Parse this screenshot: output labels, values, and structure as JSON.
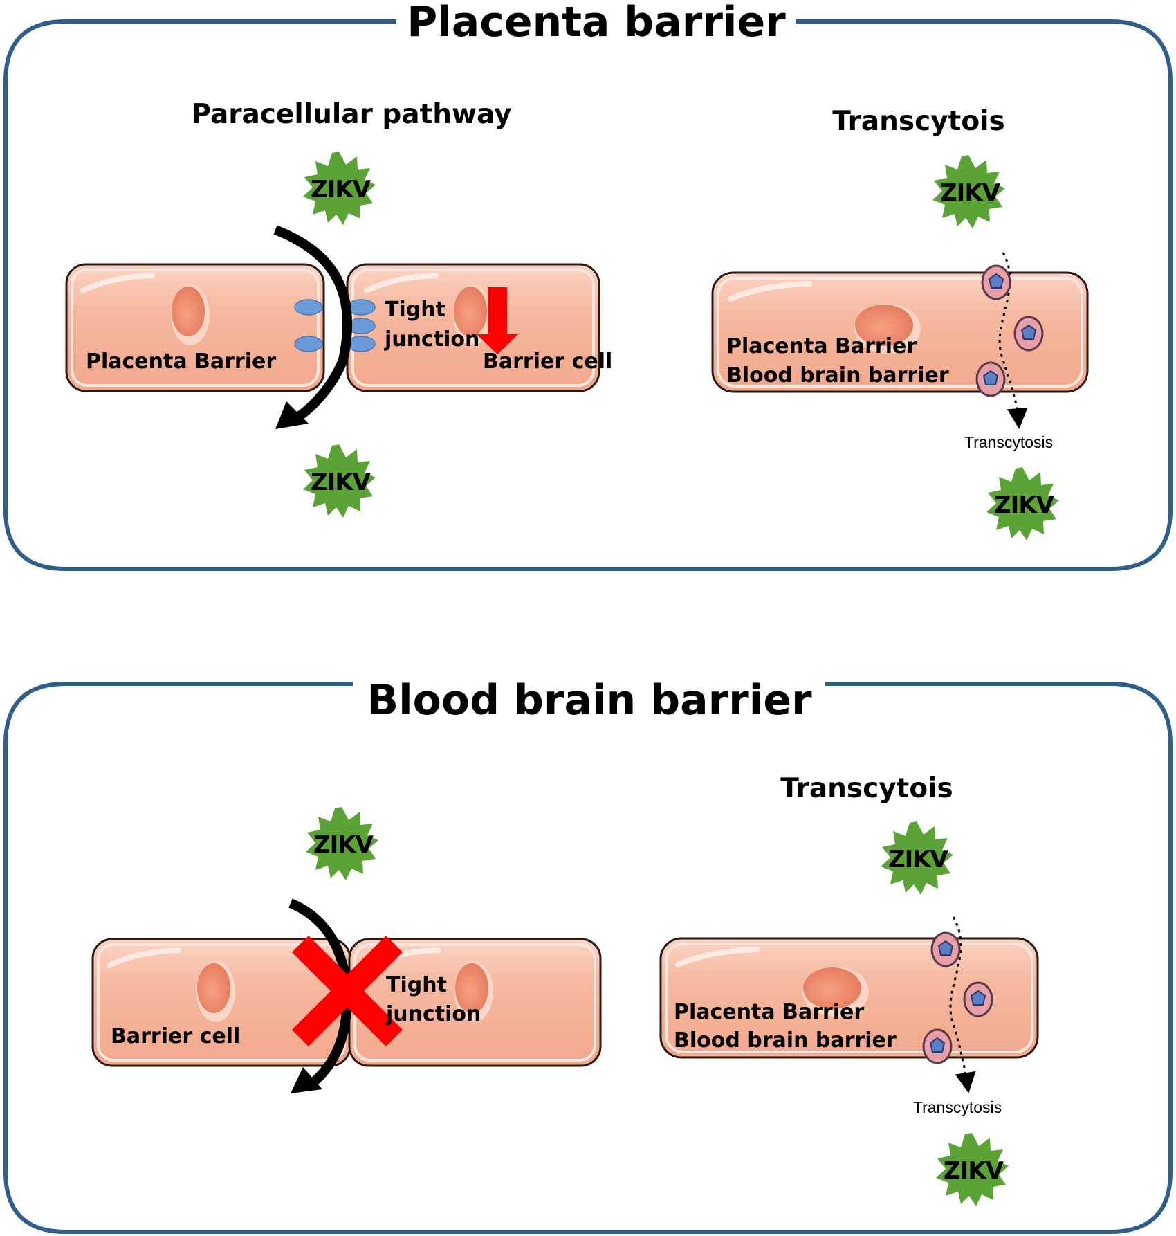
{
  "panels": {
    "placenta": {
      "title": "Placenta barrier",
      "paracellular_title": "Paracellular pathway",
      "transcytosis_title": "Transcytois",
      "left_cell_label": "Placenta Barrier",
      "tight_junction_line1": "Tight",
      "tight_junction_line2": "junction",
      "right_cell_label": "Barrier cell",
      "tc_cell_label1": "Placenta Barrier",
      "tc_cell_label2": "Blood brain barrier",
      "tc_arrow_label": "Transcytosis"
    },
    "bbb": {
      "title": "Blood brain barrier",
      "transcytosis_title": "Transcytois",
      "left_cell_label": "Barrier cell",
      "tight_junction_line1": "Tight",
      "tight_junction_line2": "junction",
      "tc_cell_label1": "Placenta Barrier",
      "tc_cell_label2": "Blood brain barrier",
      "tc_arrow_label": "Transcytosis"
    }
  },
  "virus_label": "ZIKV",
  "colors": {
    "frame": "#2f5d8c",
    "cell_fill": "#f4b39a",
    "cell_stroke": "#2a1a14",
    "nucleus": "#ee8e70",
    "virus": "#5ba336",
    "junction": "#6a9bd8",
    "red": "#ff0000",
    "vesicle": "#e7a0a8",
    "vesicle_core": "#5b7fc4"
  }
}
